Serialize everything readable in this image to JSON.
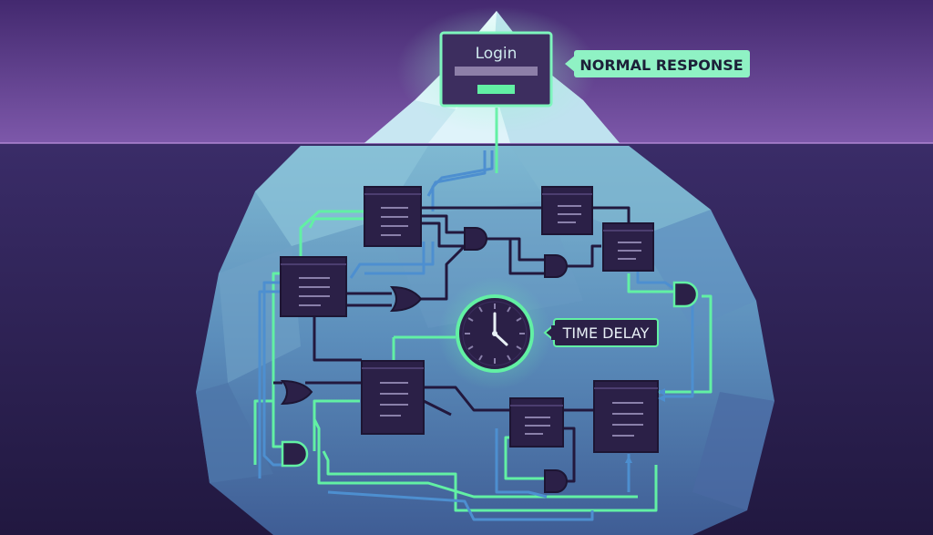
{
  "login_box": {
    "title": "Login"
  },
  "callouts": {
    "normal_response": "NORMAL RESPONSE",
    "time_delay": "TIME DELAY"
  },
  "colors": {
    "sky_top": "#4a2f78",
    "sky_bottom": "#7a55a8",
    "water_top": "#3a2c66",
    "water_bottom": "#231a43",
    "ice_light": "#dff4fb",
    "ice_mid": "#8fc6d8",
    "ice_dark": "#5a8cb0",
    "accent_green": "#62f0a4",
    "wire_blue": "#4d8fd0",
    "wire_dark": "#22183d",
    "node_fill": "#2b2047",
    "label_bg": "#8ff2c4",
    "label_text": "#1c2038"
  },
  "icons": [
    "clock-icon",
    "and-gate-icon",
    "or-gate-icon",
    "document-node-icon"
  ]
}
